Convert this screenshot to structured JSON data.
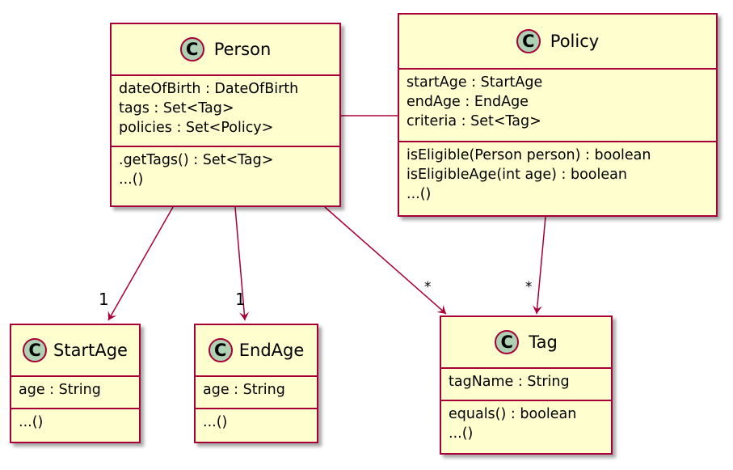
{
  "colors": {
    "box_fill": "#fefece",
    "border": "#a80036",
    "circle": "#add1b2",
    "arrow": "#a80036"
  },
  "classes": {
    "person": {
      "stereotype": "C",
      "name": "Person",
      "attributes": [
        "dateOfBirth : DateOfBirth",
        "tags : Set<Tag>",
        "policies : Set<Policy>"
      ],
      "methods": [
        ".getTags() : Set<Tag>",
        "...()"
      ]
    },
    "policy": {
      "stereotype": "C",
      "name": "Policy",
      "attributes": [
        "startAge : StartAge",
        "endAge : EndAge",
        "criteria : Set<Tag>"
      ],
      "methods": [
        "isEligible(Person person) : boolean",
        "isEligibleAge(int age) : boolean",
        "...()"
      ]
    },
    "startage": {
      "stereotype": "C",
      "name": "StartAge",
      "attributes": [
        "age : String"
      ],
      "methods": [
        "...()"
      ]
    },
    "endage": {
      "stereotype": "C",
      "name": "EndAge",
      "attributes": [
        "age : String"
      ],
      "methods": [
        "...()"
      ]
    },
    "tag": {
      "stereotype": "C",
      "name": "Tag",
      "attributes": [
        "tagName : String"
      ],
      "methods": [
        "equals() : boolean",
        "...()"
      ]
    }
  },
  "relations": [
    {
      "from": "Person",
      "to": "Policy",
      "type": "association",
      "multiplicity": ""
    },
    {
      "from": "Person",
      "to": "StartAge",
      "type": "directed",
      "multiplicity": "1"
    },
    {
      "from": "Person",
      "to": "EndAge",
      "type": "directed",
      "multiplicity": "1"
    },
    {
      "from": "Person",
      "to": "Tag",
      "type": "directed",
      "multiplicity": "*"
    },
    {
      "from": "Policy",
      "to": "Tag",
      "type": "directed",
      "multiplicity": "*"
    }
  ]
}
